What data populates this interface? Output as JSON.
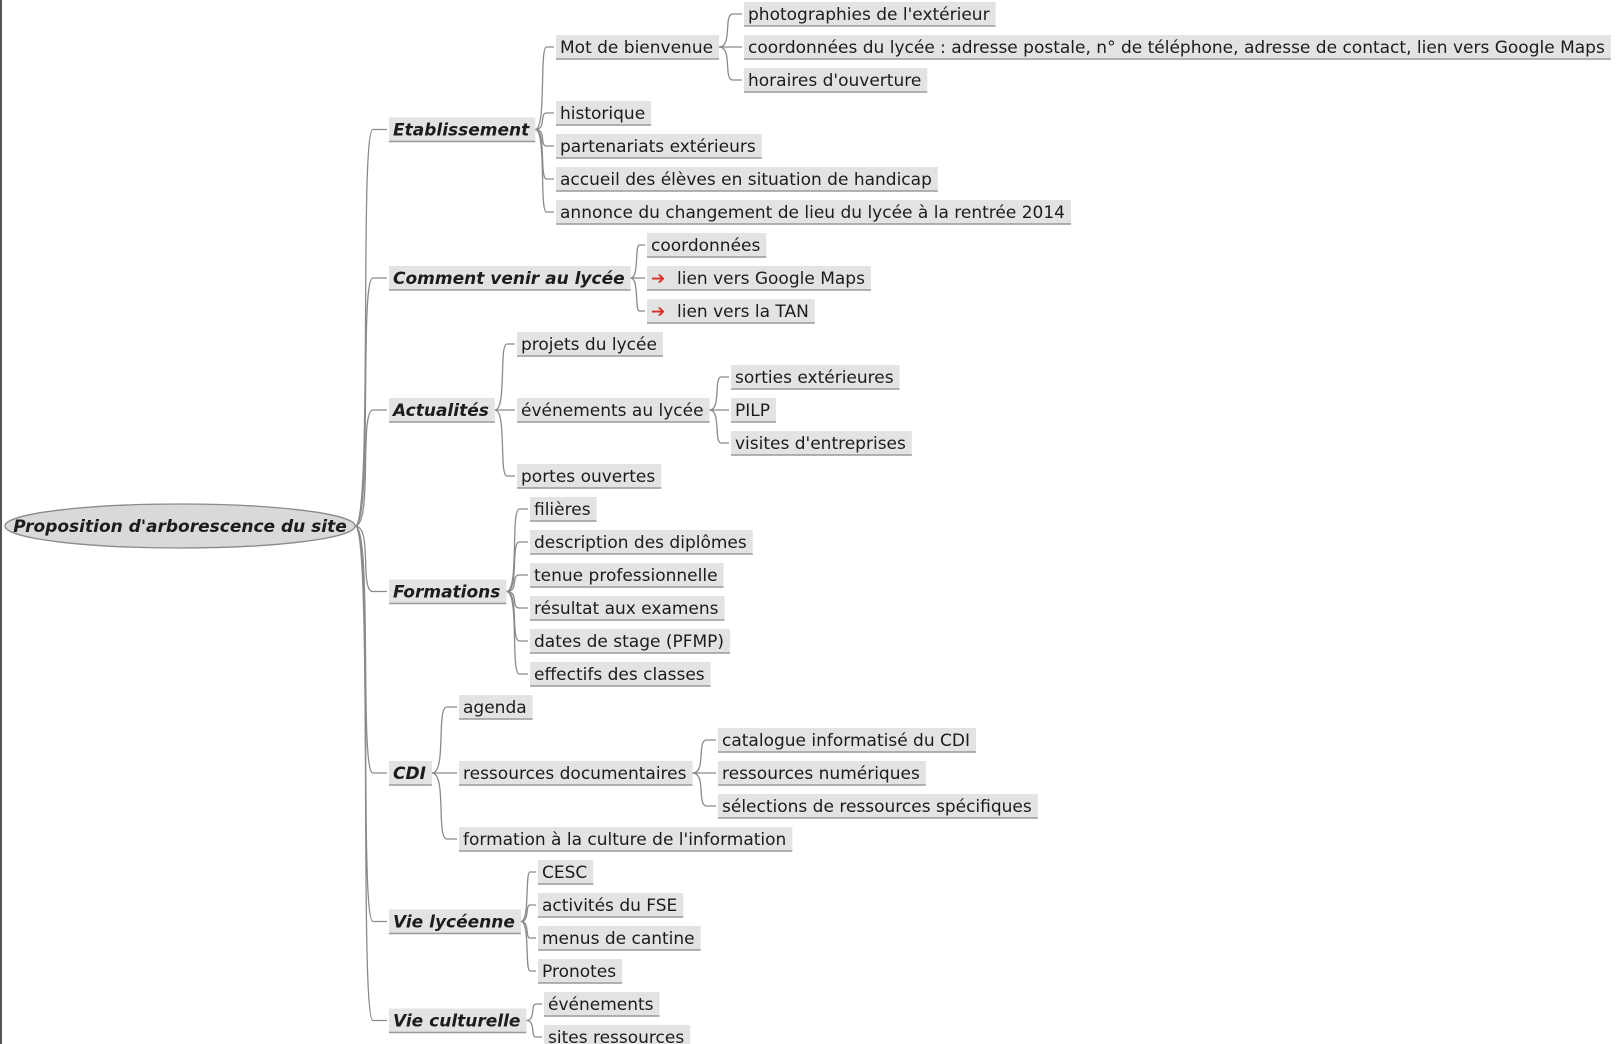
{
  "title": "Proposition d'arborescence du site",
  "colors": {
    "node_bg": "#e3e3e3",
    "link": "#8a8a8a",
    "arrow": "#d93025",
    "root_bg": "#d9d9d9"
  },
  "branches": [
    {
      "label": "Etablissement",
      "children": [
        {
          "label": "Mot de bienvenue",
          "children": [
            {
              "label": "photographies de l'extérieur"
            },
            {
              "label": "coordonnées du lycée : adresse postale, n° de téléphone, adresse de contact, lien vers Google Maps"
            },
            {
              "label": "horaires d'ouverture"
            }
          ]
        },
        {
          "label": "historique"
        },
        {
          "label": "partenariats extérieurs"
        },
        {
          "label": "accueil des élèves en situation de handicap"
        },
        {
          "label": "annonce du changement de lieu du lycée à la rentrée 2014"
        }
      ]
    },
    {
      "label": "Comment venir au lycée",
      "children": [
        {
          "label": "coordonnées"
        },
        {
          "label": "lien vers Google Maps",
          "icon": "arrow-right-icon"
        },
        {
          "label": "lien vers la TAN",
          "icon": "arrow-right-icon"
        }
      ]
    },
    {
      "label": "Actualités",
      "children": [
        {
          "label": "projets du lycée"
        },
        {
          "label": "événements au lycée",
          "children": [
            {
              "label": "sorties extérieures"
            },
            {
              "label": "PILP"
            },
            {
              "label": "visites d'entreprises"
            }
          ]
        },
        {
          "label": "portes ouvertes"
        }
      ]
    },
    {
      "label": "Formations",
      "children": [
        {
          "label": "filières"
        },
        {
          "label": "description des diplômes"
        },
        {
          "label": "tenue professionnelle"
        },
        {
          "label": "résultat aux examens"
        },
        {
          "label": "dates de stage (PFMP)"
        },
        {
          "label": "effectifs des classes"
        }
      ]
    },
    {
      "label": "CDI",
      "children": [
        {
          "label": "agenda"
        },
        {
          "label": "ressources documentaires",
          "children": [
            {
              "label": "catalogue informatisé du CDI"
            },
            {
              "label": "ressources numériques"
            },
            {
              "label": "sélections de ressources spécifiques"
            }
          ]
        },
        {
          "label": "formation à la culture de l'information"
        }
      ]
    },
    {
      "label": "Vie lycéenne",
      "children": [
        {
          "label": "CESC"
        },
        {
          "label": "activités du FSE"
        },
        {
          "label": "menus de cantine"
        },
        {
          "label": "Pronotes"
        }
      ]
    },
    {
      "label": "Vie culturelle",
      "children": [
        {
          "label": "événements"
        },
        {
          "label": "sites ressources"
        }
      ]
    }
  ]
}
